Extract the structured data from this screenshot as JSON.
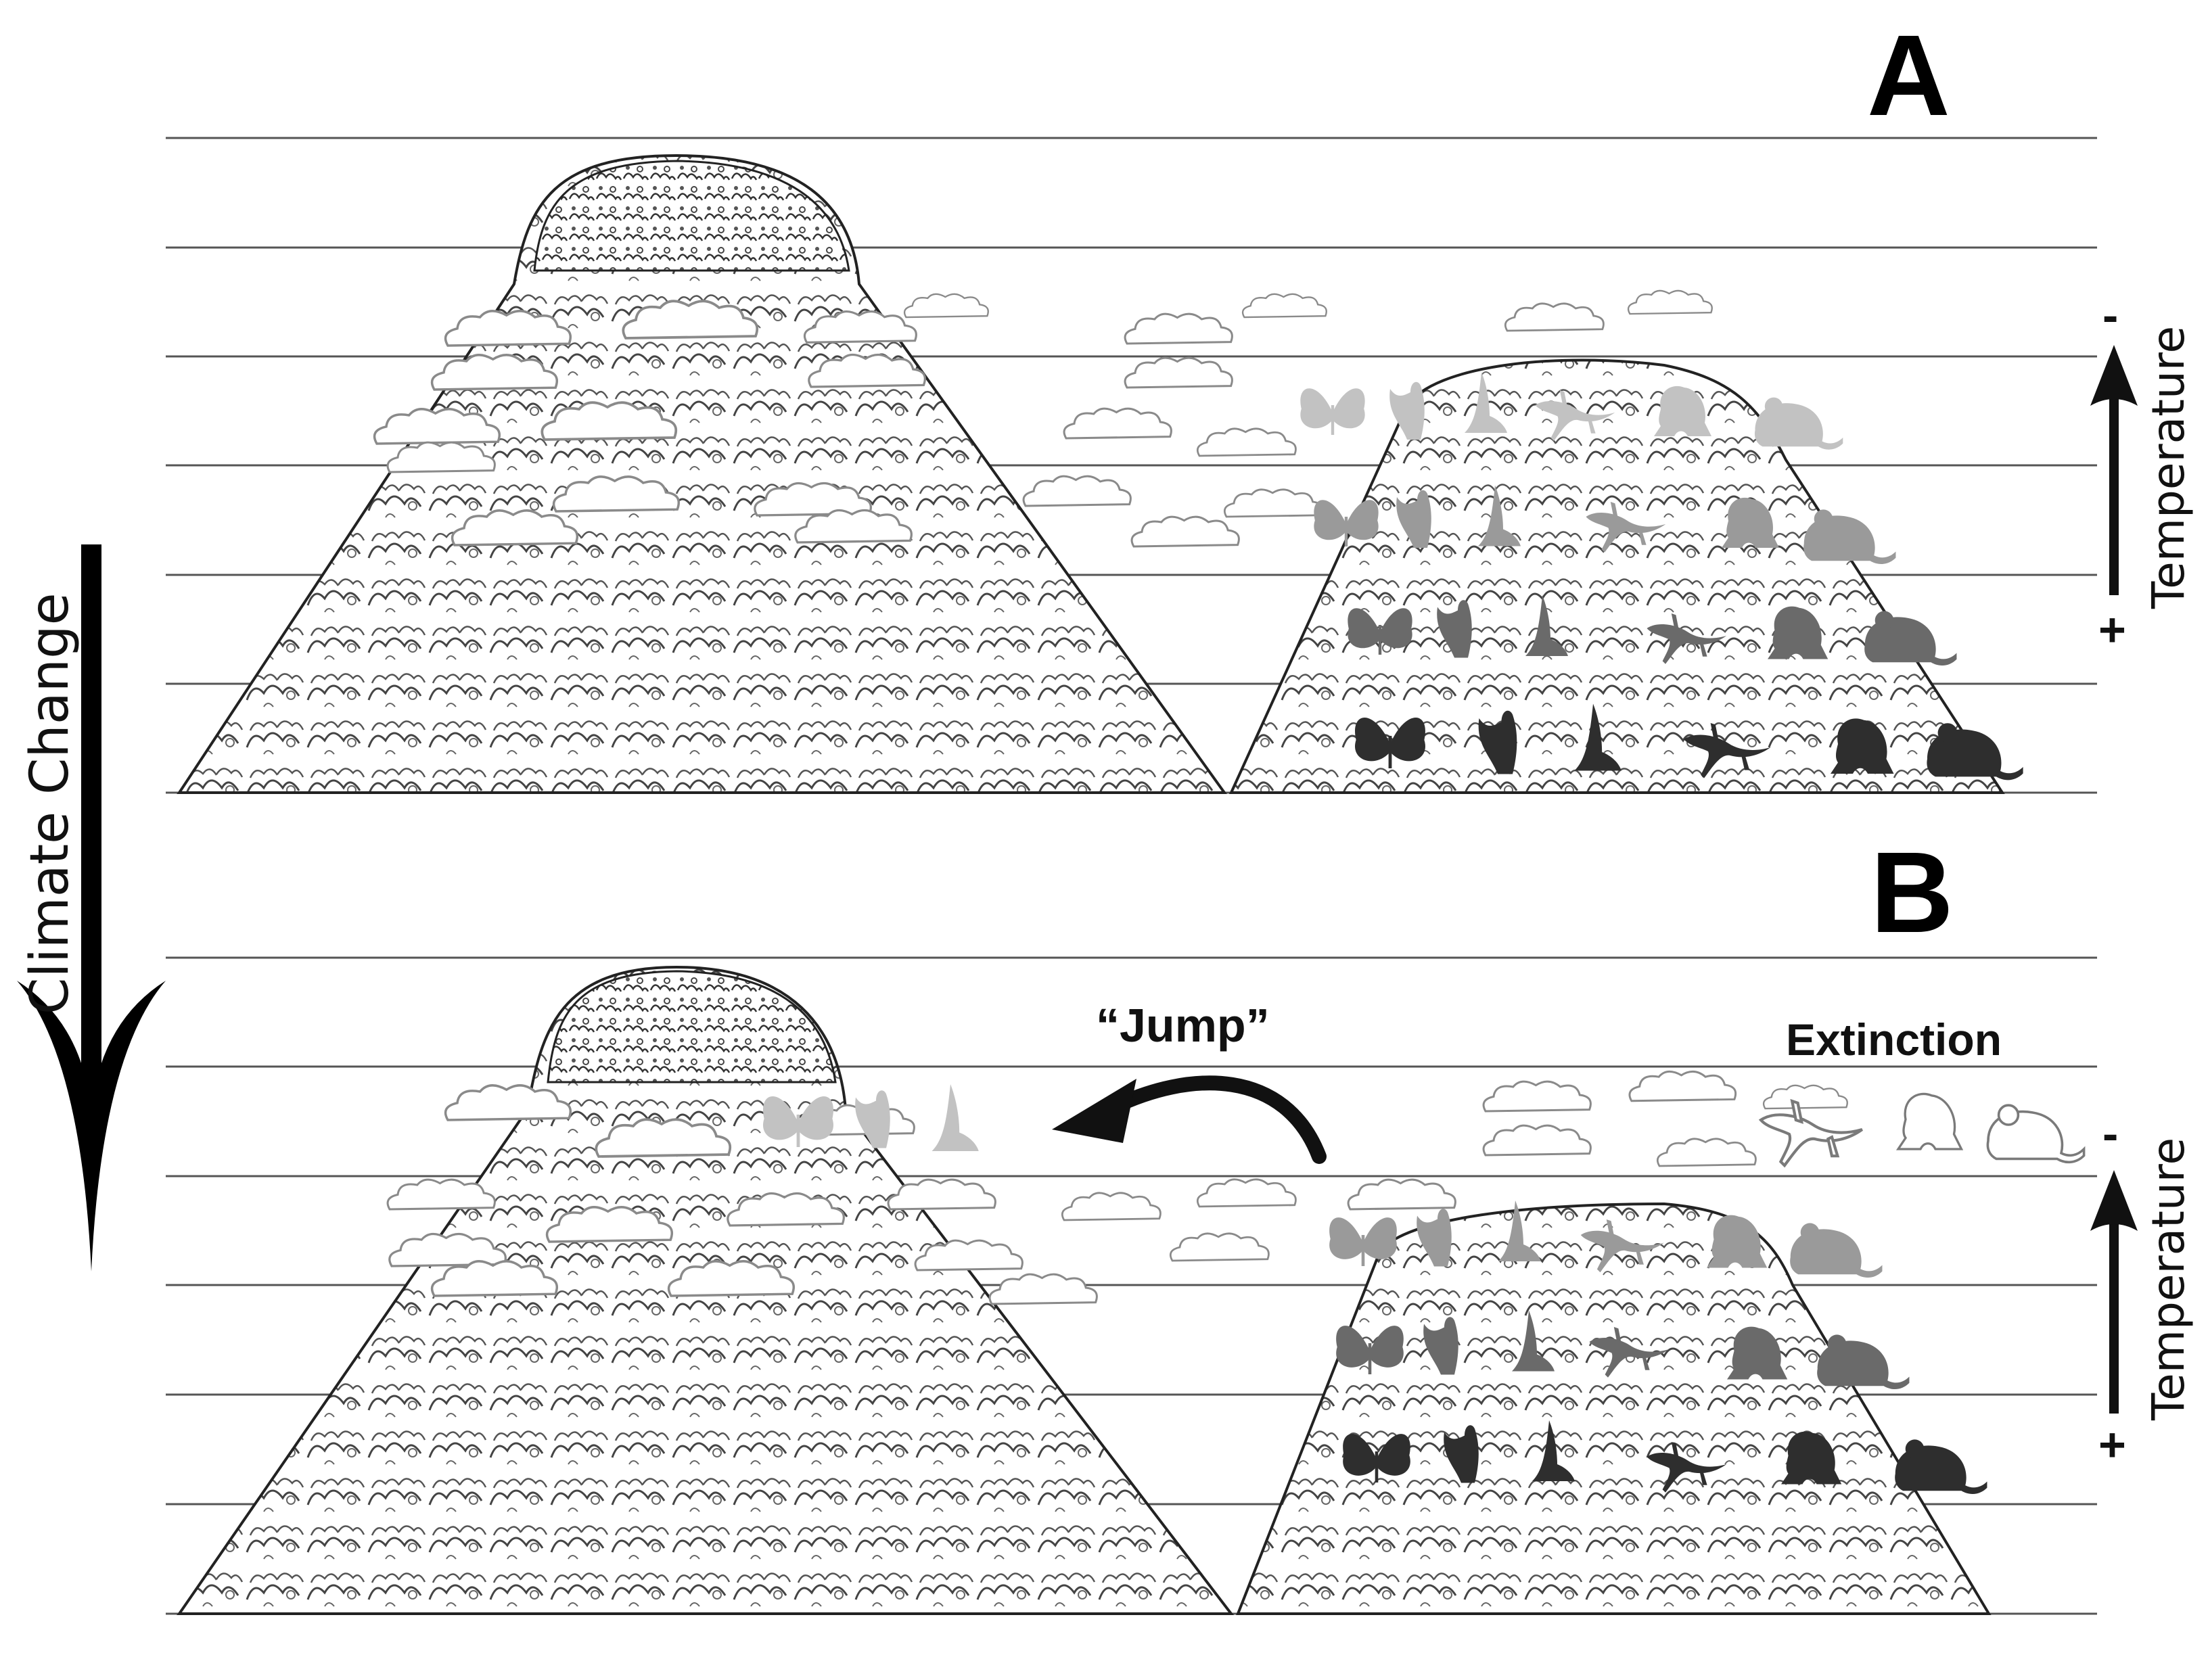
{
  "panels": [
    {
      "letter": "A",
      "temperature_label": "Temperature",
      "temp_low_symbol": "-",
      "temp_high_symbol": "+"
    },
    {
      "letter": "B",
      "temperature_label": "Temperature",
      "temp_low_symbol": "-",
      "temp_high_symbol": "+",
      "jump_label": "“Jump”",
      "extinction_label": "Extinction"
    }
  ],
  "side_label": "Climate Change",
  "colors": {
    "band_top": "#c2c2c2",
    "band_upper": "#9a9a9a",
    "band_lower": "#6a6a6a",
    "band_bottom": "#2e2e2e",
    "lines": "#555555"
  },
  "icons": [
    "butterfly-icon",
    "bat-icon",
    "bird-icon",
    "lizard-icon",
    "frog-icon",
    "mouse-icon"
  ]
}
